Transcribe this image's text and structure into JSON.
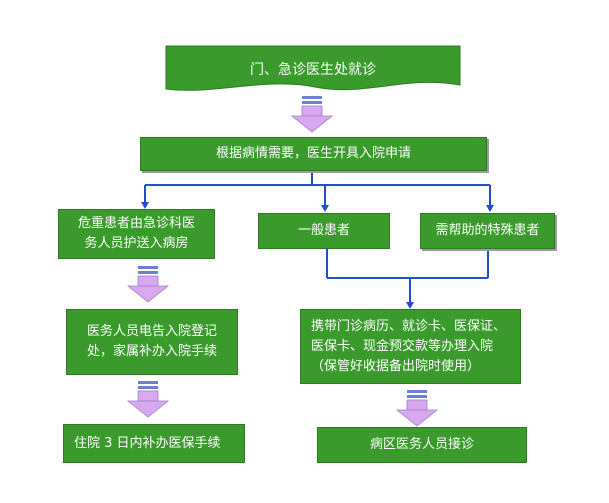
{
  "flowchart": {
    "title": "门、急诊医生处就诊",
    "step_apply": "根据病情需要，医生开具入院申请",
    "branch_critical": {
      "line1": "危重患者由急诊科医",
      "line2": "务人员护送入病房"
    },
    "branch_general": "一般患者",
    "branch_special": "需帮助的特殊患者",
    "step_register": {
      "line1": "医务人员电告入院登记",
      "line2": "处，家属补办入院手续"
    },
    "step_documents": {
      "line1": "携带门诊病历、就诊卡、医保证、",
      "line2": "医保卡、现金预交款等办理入院",
      "line3": "（保管好收据备出院时使用）"
    },
    "step_insurance": "住院 3 日内补办医保手续",
    "step_ward": "病区医务人员接诊"
  },
  "colors": {
    "box_fill": "#3a9b2c",
    "box_border": "#2d7a22",
    "connector": "#1f4fd1",
    "arrow_fill": "#d9a8ef",
    "arrow_stripe": "#6e7fd6"
  }
}
